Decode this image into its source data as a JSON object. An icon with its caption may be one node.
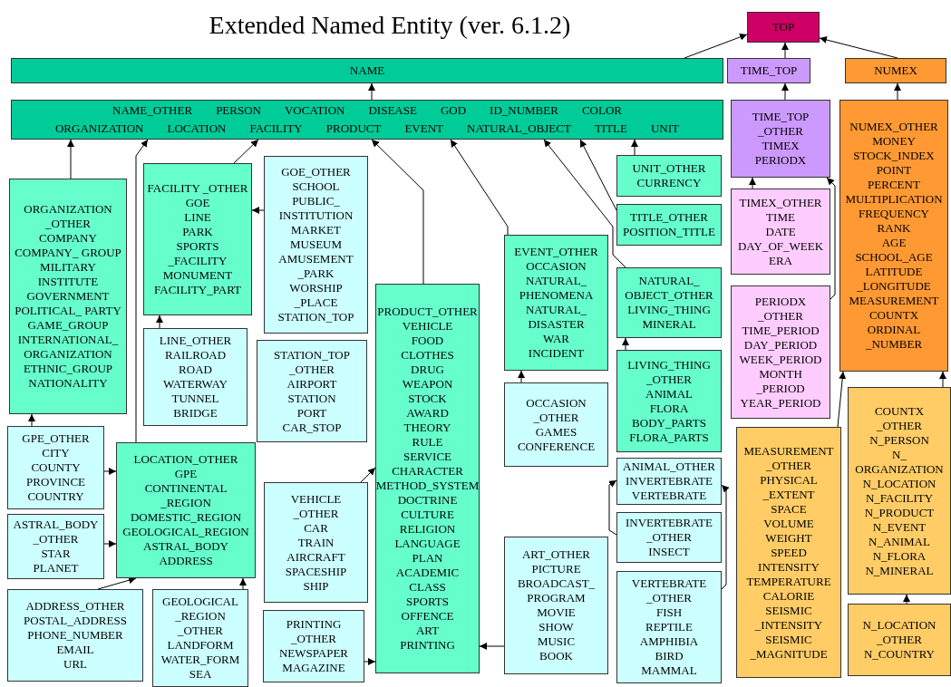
{
  "diagram": {
    "title": "Extended Named Entity (ver. 6.1.2)",
    "nodes": [
      {
        "text": [
          "TOP"
        ]
      },
      {
        "text": [
          "NAME"
        ]
      },
      {
        "text": [
          "TIME_TOP"
        ]
      },
      {
        "text": [
          "NUMEX"
        ]
      },
      {
        "text": [
          "NAME_OTHER",
          "PERSON",
          "VOCATION",
          "DISEASE",
          "GOD",
          "ID_NUMBER",
          "COLOR",
          "ORGANIZATION",
          "LOCATION",
          "FACILITY",
          "PRODUCT",
          "EVENT",
          "NATURAL_OBJECT",
          "TITLE",
          "UNIT"
        ]
      },
      {
        "text": [
          "ORGANIZATION _OTHER",
          "COMPANY",
          "COMPANY_ GROUP",
          "MILITARY",
          "INSTITUTE",
          "GOVERNMENT",
          "POLITICAL_ PARTY",
          "GAME_GROUP",
          "INTERNATIONAL_ ORGANIZATION",
          "ETHNIC_GROUP",
          "NATIONALITY"
        ]
      },
      {
        "text": [
          "FACILITY _OTHER",
          "GOE",
          "LINE",
          "PARK",
          "SPORTS _FACILITY",
          "MONUMENT",
          "FACILITY_PART"
        ]
      },
      {
        "text": [
          "GOE_OTHER",
          "SCHOOL",
          "PUBLIC_ INSTITUTION",
          "MARKET",
          "MUSEUM",
          "AMUSEMENT _PARK",
          "WORSHIP _PLACE",
          "STATION_TOP"
        ]
      },
      {
        "text": [
          "LINE_OTHER",
          "RAILROAD",
          "ROAD",
          "WATERWAY",
          "TUNNEL",
          "BRIDGE"
        ]
      },
      {
        "text": [
          "STATION_TOP _OTHER",
          "AIRPORT",
          "STATION",
          "PORT",
          "CAR_STOP"
        ]
      },
      {
        "text": [
          "GPE_OTHER",
          "CITY",
          "COUNTY",
          "PROVINCE",
          "COUNTRY"
        ]
      },
      {
        "text": [
          "LOCATION_OTHER",
          "GPE",
          "CONTINENTAL _REGION",
          "DOMESTIC_REGION",
          "GEOLOGICAL_REGION",
          "ASTRAL_BODY",
          "ADDRESS"
        ]
      },
      {
        "text": [
          "ASTRAL_BODY _OTHER",
          "STAR",
          "PLANET"
        ]
      },
      {
        "text": [
          "ADDRESS_OTHER",
          "POSTAL_ADDRESS",
          "PHONE_NUMBER",
          "EMAIL",
          "URL"
        ]
      },
      {
        "text": [
          "GEOLOGICAL _REGION _OTHER",
          "LANDFORM",
          "WATER_FORM",
          "SEA"
        ]
      },
      {
        "text": [
          "VEHICLE _OTHER",
          "CAR",
          "TRAIN",
          "AIRCRAFT",
          "SPACESHIP",
          "SHIP"
        ]
      },
      {
        "text": [
          "PRINTING _OTHER",
          "NEWSPAPER",
          "MAGAZINE"
        ]
      },
      {
        "text": [
          "PRODUCT_OTHER",
          "VEHICLE",
          "FOOD",
          "CLOTHES",
          "DRUG",
          "WEAPON",
          "STOCK",
          "AWARD",
          "THEORY",
          "RULE",
          "SERVICE",
          "CHARACTER",
          "METHOD_SYSTEM",
          "DOCTRINE",
          "CULTURE",
          "RELIGION",
          "LANGUAGE",
          "PLAN",
          "ACADEMIC",
          "CLASS",
          "SPORTS",
          "OFFENCE",
          "ART",
          "PRINTING"
        ]
      },
      {
        "text": [
          "EVENT_OTHER",
          "OCCASION",
          "NATURAL_ PHENOMENA",
          "NATURAL_ DISASTER",
          "WAR",
          "INCIDENT"
        ]
      },
      {
        "text": [
          "OCCASION _OTHER",
          "GAMES",
          "CONFERENCE"
        ]
      },
      {
        "text": [
          "ART_OTHER",
          "PICTURE",
          "BROADCAST_ PROGRAM",
          "MOVIE",
          "SHOW",
          "MUSIC",
          "BOOK"
        ]
      },
      {
        "text": [
          "UNIT_OTHER",
          "CURRENCY"
        ]
      },
      {
        "text": [
          "TITLE_OTHER",
          "POSITION_TITLE"
        ]
      },
      {
        "text": [
          "NATURAL_ OBJECT_OTHER",
          "LIVING_THING",
          "MINERAL"
        ]
      },
      {
        "text": [
          "LIVING_THING _OTHER",
          "ANIMAL",
          "FLORA",
          "BODY_PARTS",
          "FLORA_PARTS"
        ]
      },
      {
        "text": [
          "ANIMAL_OTHER",
          "INVERTEBRATE",
          "VERTEBRATE"
        ]
      },
      {
        "text": [
          "INVERTEBRATE _OTHER",
          "INSECT"
        ]
      },
      {
        "text": [
          "VERTEBRATE _OTHER",
          "FISH",
          "REPTILE",
          "AMPHIBIA",
          "BIRD",
          "MAMMAL"
        ]
      },
      {
        "text": [
          "TIME_TOP _OTHER",
          "TIMEX",
          "PERIODX"
        ]
      },
      {
        "text": [
          "TIMEX_OTHER",
          "TIME",
          "DATE",
          "DAY_OF_WEEK",
          "ERA"
        ]
      },
      {
        "text": [
          "PERIODX _OTHER",
          "TIME_PERIOD",
          "DAY_PERIOD",
          "WEEK_PERIOD",
          "MONTH _PERIOD",
          "YEAR_PERIOD"
        ]
      },
      {
        "text": [
          "NUMEX_OTHER",
          "MONEY",
          "STOCK_INDEX",
          "POINT",
          "PERCENT",
          "MULTIPLICATION",
          "FREQUENCY",
          "RANK",
          "AGE",
          "SCHOOL_AGE",
          "LATITUDE _LONGITUDE",
          "MEASUREMENT",
          "COUNTX",
          "ORDINAL _NUMBER"
        ]
      },
      {
        "text": [
          "MEASUREMENT _OTHER",
          "PHYSICAL _EXTENT",
          "SPACE",
          "VOLUME",
          "WEIGHT",
          "SPEED",
          "INTENSITY",
          "TEMPERATURE",
          "CALORIE",
          "SEISMIC _INTENSITY",
          "SEISMIC _MAGNITUDE"
        ]
      },
      {
        "text": [
          "COUNTX _OTHER",
          "N_PERSON",
          "N_ ORGANIZATION",
          "N_LOCATION",
          "N_FACILITY",
          "N_PRODUCT",
          "N_EVENT",
          "N_ANIMAL",
          "N_FLORA",
          "N_MINERAL"
        ]
      },
      {
        "text": [
          "N_LOCATION _OTHER",
          "N_COUNTRY"
        ]
      }
    ],
    "edges": [
      {
        "from": 1,
        "to": 0,
        "arrow": "to"
      },
      {
        "from": 2,
        "to": 0,
        "arrow": "to"
      },
      {
        "from": 3,
        "to": 0,
        "arrow": "to"
      },
      {
        "from": 4,
        "to": 1,
        "arrow": "to"
      },
      {
        "from": 28,
        "to": 2,
        "arrow": "to"
      },
      {
        "from": 31,
        "to": 3,
        "arrow": "to"
      },
      {
        "from": 5,
        "to": 4,
        "arrow": "to"
      },
      {
        "from": 11,
        "to": 4,
        "arrow": "to"
      },
      {
        "from": 6,
        "to": 4,
        "arrow": "to"
      },
      {
        "from": 17,
        "to": 4,
        "arrow": "to"
      },
      {
        "from": 18,
        "to": 4,
        "arrow": "to"
      },
      {
        "from": 23,
        "to": 4,
        "arrow": "to"
      },
      {
        "from": 22,
        "to": 4,
        "arrow": "to"
      },
      {
        "from": 21,
        "to": 4,
        "arrow": "to"
      },
      {
        "from": 7,
        "to": 6,
        "arrow": "to"
      },
      {
        "from": 8,
        "to": 6,
        "arrow": "to"
      },
      {
        "from": 10,
        "to": 5,
        "arrow": "to"
      },
      {
        "from": 10,
        "to": 11,
        "arrow": "to"
      },
      {
        "from": 12,
        "to": 11,
        "arrow": "to"
      },
      {
        "from": 13,
        "to": 11,
        "arrow": "to"
      },
      {
        "from": 14,
        "to": 11,
        "arrow": "to"
      },
      {
        "from": 15,
        "to": 17,
        "arrow": "to"
      },
      {
        "from": 20,
        "to": 17,
        "arrow": "to"
      },
      {
        "from": 16,
        "to": 17,
        "arrow": "to"
      },
      {
        "from": 19,
        "to": 18,
        "arrow": "to"
      },
      {
        "from": 24,
        "to": 23,
        "arrow": "to"
      },
      {
        "from": 26,
        "to": 25,
        "arrow": "to"
      },
      {
        "from": 27,
        "to": 25,
        "arrow": "to"
      },
      {
        "from": 29,
        "to": 28,
        "arrow": "to"
      },
      {
        "from": 30,
        "to": 28,
        "arrow": "to"
      },
      {
        "from": 32,
        "to": 31,
        "arrow": "to"
      },
      {
        "from": 33,
        "to": 31,
        "arrow": "to"
      },
      {
        "from": 34,
        "to": 33,
        "arrow": "to"
      }
    ]
  }
}
